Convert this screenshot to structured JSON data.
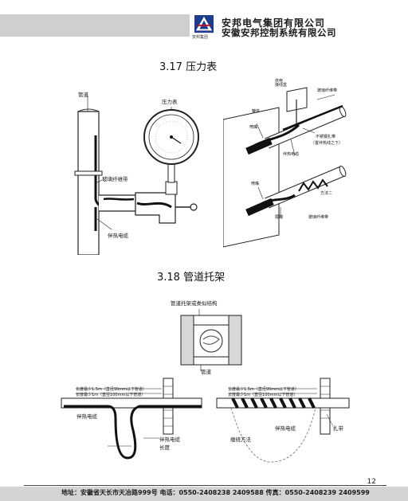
{
  "header": {
    "company_line1": "安邦电气集团有限公司",
    "company_line2": "安徽安邦控制系统有限公司",
    "logo_caption": "安邦集团"
  },
  "section_317": {
    "title": "3.17  压力表",
    "labels": {
      "pipe": "管道",
      "gauge": "压力表",
      "power_junction": "供电\n接线盒",
      "glass_tape_top": "玻璃纤维带",
      "tank": "罐体",
      "nozzle_top": "喷嘴",
      "stainless_clamp_1": "不锈钢扎带",
      "stainless_clamp_2": "（置伴热线之下）",
      "heat_cable_right": "伴热电缆",
      "glass_tape_left": "玻璃纤维带",
      "heat_cable_left": "伴热电缆",
      "nozzle_bottom": "喷嘴",
      "method_two": "方法二",
      "tail_nozzle": "尾端",
      "glass_tape_bottom": "玻璃纤维带"
    }
  },
  "section_318": {
    "title": "3.18    管道托架",
    "labels": {
      "support_title": "管道托架或类似结构",
      "pipe": "管道",
      "len_left_1": "长度最少1.5m（直径90mm以下管道）",
      "len_left_2": "长度最少1m（直径100mm以下管道）",
      "heat_cable_left": "伴热电缆",
      "heat_cable_mid": "伴热电缆",
      "length": "长度",
      "len_right_1": "长度最少1.5m（直径90mm以下管道）",
      "len_right_2": "长度最少1m（直径100mm以下管道）",
      "wrap_method": "缠绕方法",
      "heat_cable_right": "伴热电缆",
      "tie": "扎带"
    }
  },
  "page_number": "12",
  "footer": "地址：安徽省天长市天冶路999号    电话：0550-2408238  2409588   传真：0550-2408239  2409599"
}
